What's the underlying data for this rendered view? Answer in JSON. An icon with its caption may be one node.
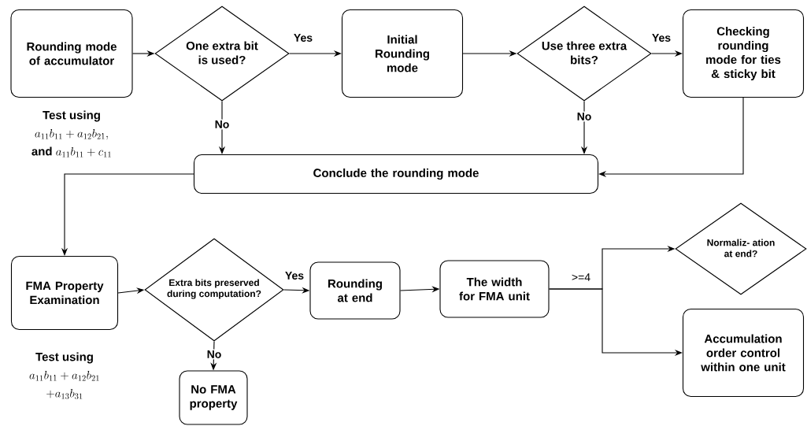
{
  "diagram": {
    "nodes": [
      {
        "text": [
          "Rounding mode of accumulator"
        ],
        "beside": [
          "Test using",
          "a_{11}b_{11} + a_{12}b_{21},",
          "and",
          "a_{11}b_{11} + c_{11}"
        ]
      },
      {
        "text": [
          "One extra bit is used?"
        ]
      },
      {
        "text": [
          "Initial Rounding mode"
        ]
      },
      {
        "text": [
          "Use three extra bits?"
        ]
      },
      {
        "text": [
          "Checking rounding mode for ties & sticky bit"
        ]
      },
      {
        "text": [
          "Conclude the rounding mode"
        ]
      },
      {
        "text": [
          "FMA Property Examination"
        ],
        "beside": [
          "Test using",
          "a_{11}b_{11} + a_{12}b_{21}",
          "+a_{13}b_{31}"
        ]
      },
      {
        "text": [
          "Extra bits preserved during computation?"
        ]
      },
      {
        "text": [
          "Rounding at end"
        ]
      },
      {
        "text": [
          "The width for FMA unit"
        ]
      },
      {
        "text": [
          "Normaliz- ation at end?"
        ]
      },
      {
        "text": [
          "Accumulation order control within one unit"
        ]
      },
      {
        "text": [
          "No FMA property"
        ]
      }
    ],
    "edges": [
      {
        "from": 0,
        "to": 1,
        "arrow": "to"
      },
      {
        "from": 1,
        "to": 2,
        "arrow": "to",
        "label": "Yes"
      },
      {
        "from": 2,
        "to": 3,
        "arrow": "to"
      },
      {
        "from": 3,
        "to": 4,
        "arrow": "to",
        "label": "Yes"
      },
      {
        "from": 1,
        "to": 5,
        "arrow": "to",
        "label": "No"
      },
      {
        "from": 3,
        "to": 5,
        "arrow": "to",
        "label": "No"
      },
      {
        "from": 4,
        "to": 5,
        "arrow": "to"
      },
      {
        "from": 5,
        "to": 6,
        "arrow": "to"
      },
      {
        "from": 6,
        "to": 7,
        "arrow": "to"
      },
      {
        "from": 7,
        "to": 8,
        "arrow": "to",
        "label": "Yes"
      },
      {
        "from": 7,
        "to": 12,
        "arrow": "to",
        "label": "No"
      },
      {
        "from": 8,
        "to": 9,
        "arrow": "to"
      },
      {
        "from": 9,
        "to": 10,
        "arrow": "to",
        "label": ">=4"
      },
      {
        "from": 9,
        "to": 11,
        "arrow": "to"
      }
    ]
  }
}
